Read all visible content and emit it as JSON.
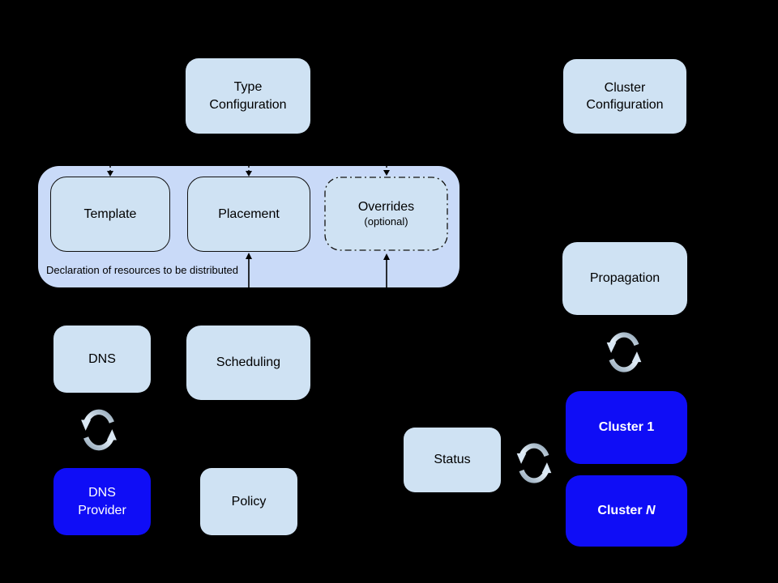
{
  "colors": {
    "background": "#000000",
    "light_box": "#cfe2f3",
    "container_box": "#c9daf8",
    "blue_box": "#0f0df6",
    "box_text": "#000000",
    "blue_box_text": "#ffffff",
    "connector": "#000000",
    "sync_icon_dark": "#93a7b8",
    "sync_icon_light": "#e3eef7"
  },
  "nodes": {
    "type_configuration": {
      "lines": [
        "Type",
        "Configuration"
      ]
    },
    "cluster_configuration": {
      "lines": [
        "Cluster",
        "Configuration"
      ]
    },
    "template": {
      "label": "Template"
    },
    "placement": {
      "label": "Placement"
    },
    "overrides": {
      "label": "Overrides",
      "sublabel": "(optional)"
    },
    "dns": {
      "label": "DNS"
    },
    "scheduling": {
      "label": "Scheduling"
    },
    "propagation": {
      "label": "Propagation"
    },
    "dns_provider": {
      "lines": [
        "DNS",
        "Provider"
      ]
    },
    "policy": {
      "label": "Policy"
    },
    "status": {
      "label": "Status"
    },
    "cluster_1": {
      "label": "Cluster 1"
    },
    "cluster_n": {
      "prefix": "Cluster ",
      "italic": "N"
    }
  },
  "container": {
    "caption": "Declaration of resources to be distributed"
  }
}
